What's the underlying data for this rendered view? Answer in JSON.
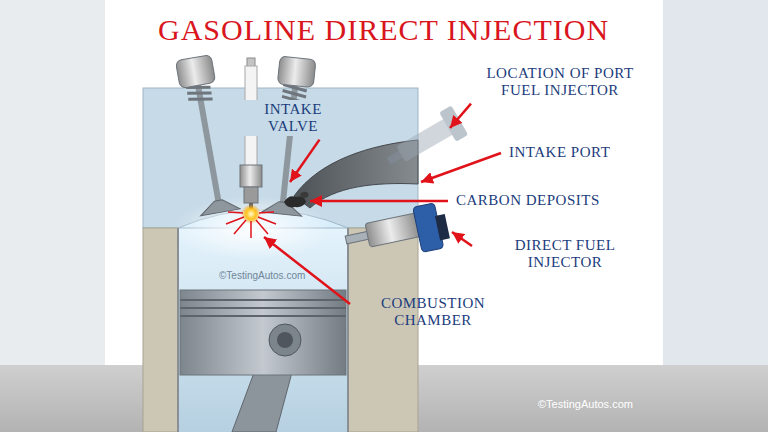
{
  "diagram": {
    "title": "GASOLINE DIRECT INJECTION",
    "labels": [
      "INTAKE VALVE",
      "LOCATION OF PORT FUEL INJECTOR",
      "INTAKE PORT",
      "CARBON DEPOSITS",
      "DIRECT FUEL INJECTOR",
      "COMBUSTION CHAMBER",
      "©TestingAutos.com",
      "©TestingAutos.com"
    ]
  }
}
